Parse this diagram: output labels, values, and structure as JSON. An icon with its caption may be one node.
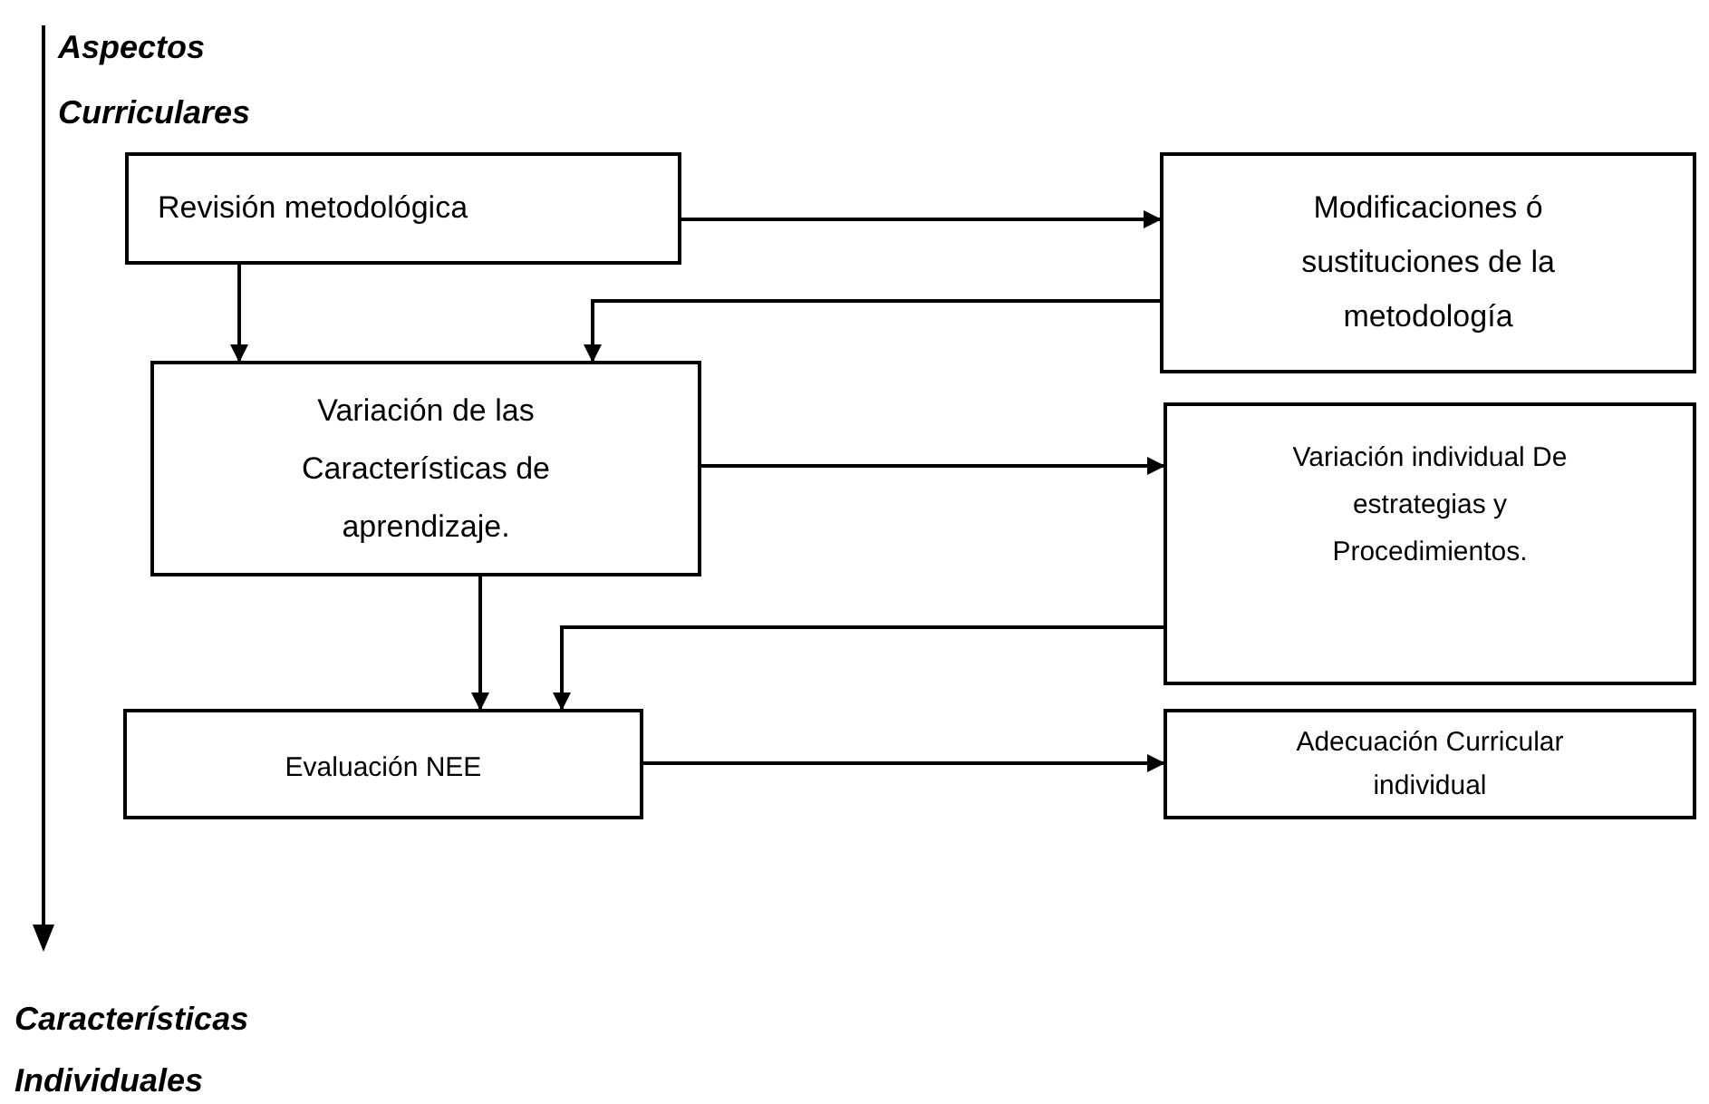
{
  "diagram": {
    "nodes": [
      {
        "text": [
          "Revisión  metodológica"
        ]
      },
      {
        "text": [
          "Modificaciones ó sustituciones de la metodología"
        ]
      },
      {
        "text": [
          "Variación de las Características de aprendizaje."
        ]
      },
      {
        "text": [
          "Variación individual De estrategias y Procedimientos."
        ]
      },
      {
        "text": [
          "Evaluación NEE"
        ]
      },
      {
        "text": [
          "Adecuación Curricular individual"
        ]
      }
    ],
    "edges": [
      {
        "from": 0,
        "to": 1,
        "arrow": "to"
      },
      {
        "from": 0,
        "to": 2,
        "arrow": "to"
      },
      {
        "from": 1,
        "to": 2,
        "arrow": "to"
      },
      {
        "from": 2,
        "to": 3,
        "arrow": "to"
      },
      {
        "from": 2,
        "to": 4,
        "arrow": "to"
      },
      {
        "from": 3,
        "to": 4,
        "arrow": "to"
      },
      {
        "from": 4,
        "to": 5,
        "arrow": "to"
      }
    ],
    "labels": [
      "Aspectos Curriculares",
      "Características Individuales"
    ]
  }
}
